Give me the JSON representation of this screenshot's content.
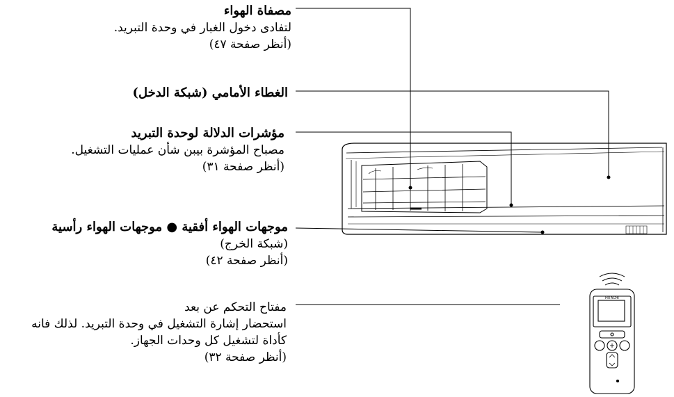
{
  "callouts": [
    {
      "title": "مصفاة الهواء",
      "desc": "لتفادى دخول الغبار في وحدة التبريد.",
      "ref": "(أنظر صفحة ٤٧)"
    },
    {
      "title": "الغطاء الأمامي (شبكة الدخل)",
      "desc": "",
      "ref": ""
    },
    {
      "title": "مؤشرات الدلالة لوحدة التبريد",
      "desc": "مصباح المؤشرة بيبن شأن عمليات التشغيل.",
      "ref": "(أنظر صفحة ٣١)"
    },
    {
      "title": "موجهات الهواء أفقية ● موجهات الهواء رأسية",
      "desc": "(شبكة الخرج)",
      "ref": "(أنظر صفحة ٤٢)"
    },
    {
      "title": "مفتاح التحكم عن بعد",
      "desc": "استحضار إشارة التشغيل في وحدة التبريد. لذلك فانه",
      "desc2": "كأداة لتشغيل كل وحدات الجهاز.",
      "ref": "(أنظر صفحة ٣٢)"
    }
  ],
  "remote": {
    "brand": "HITACHI"
  }
}
